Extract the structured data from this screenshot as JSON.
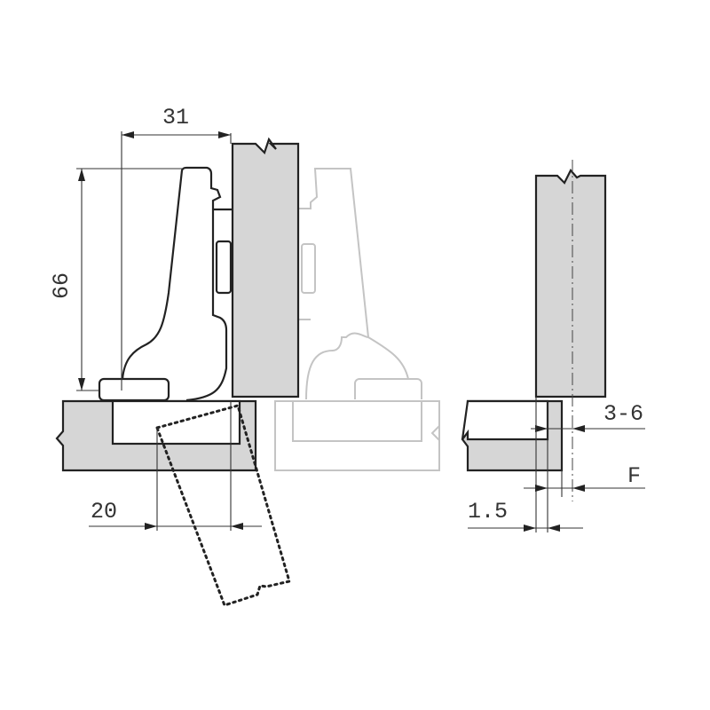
{
  "title": "Concealed hinge installation dimensions",
  "dimensions": {
    "arm_width": "31",
    "height": "66",
    "cup_distance": "20",
    "drilling_distance": "3-6",
    "overlay": "F",
    "gap": "1.5"
  },
  "colors": {
    "panel_fill": "#d6d6d6",
    "line": "#222222",
    "ghost": "#c4c4c4"
  }
}
